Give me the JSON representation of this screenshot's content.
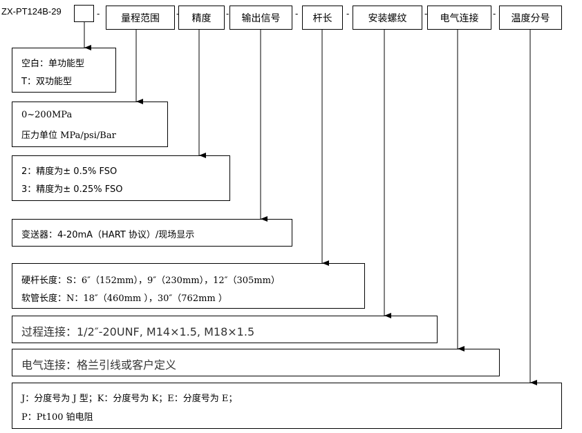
{
  "model": {
    "prefix": "ZX-PT124B-29",
    "separators": [
      "-",
      "-",
      "-",
      "-",
      "-",
      "-",
      "-"
    ]
  },
  "headers": [
    "量程范围",
    "精度",
    "输出信号",
    "杆长",
    "安装螺纹",
    "电气连接",
    "温度分号"
  ],
  "options": {
    "function": [
      "空白：单功能型",
      "T：双功能型"
    ],
    "range": [
      "0~200MPa",
      "压力单位 MPa/psi/Bar"
    ],
    "accuracy": [
      "2：精度为± 0.5% FSO",
      "3：精度为± 0.25% FSO"
    ],
    "output": [
      "变送器：4-20mA（HART 协议）/现场显示"
    ],
    "rod": [
      "硬杆长度：S：6″（152mm），9″（230mm），12″（305mm）",
      "软管长度：N：18″（460mm ），30″（762mm ）"
    ],
    "thread": [
      "过程连接：1/2″-20UNF, M14×1.5, M18×1.5"
    ],
    "electrical": [
      "电气连接：格兰引线或客户定义"
    ],
    "temperature": [
      "J：分度号为 J 型；K：分度号为 K；E：分度号为 E；",
      "P：Pt100 铂电阻"
    ]
  }
}
